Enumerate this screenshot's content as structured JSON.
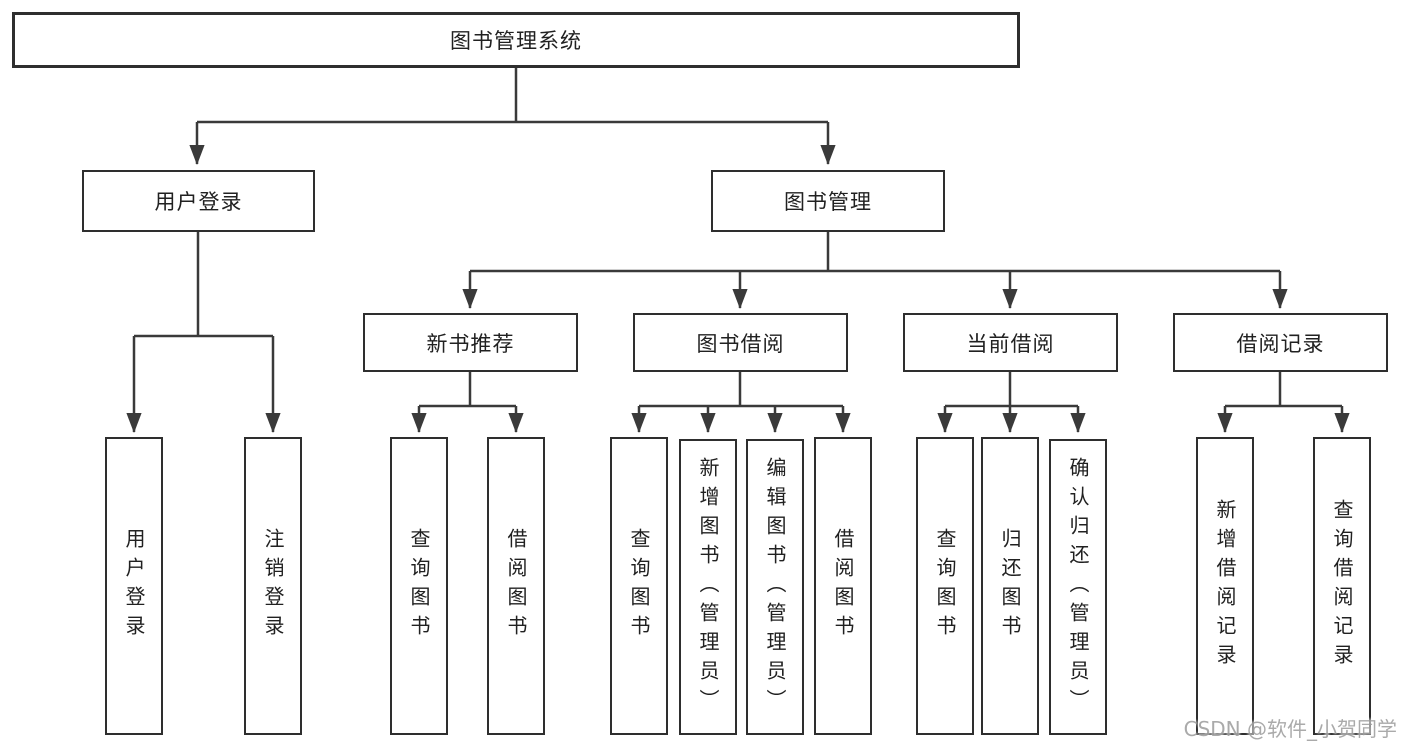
{
  "tree": {
    "label": "图书管理系统",
    "children": [
      {
        "label": "用户登录",
        "children": [
          {
            "label": "用户登录"
          },
          {
            "label": "注销登录"
          }
        ]
      },
      {
        "label": "图书管理",
        "children": [
          {
            "label": "新书推荐",
            "children": [
              {
                "label": "查询图书"
              },
              {
                "label": "借阅图书"
              }
            ]
          },
          {
            "label": "图书借阅",
            "children": [
              {
                "label": "查询图书"
              },
              {
                "label": "新增图书（管理员）"
              },
              {
                "label": "编辑图书（管理员）"
              },
              {
                "label": "借阅图书"
              }
            ]
          },
          {
            "label": "当前借阅",
            "children": [
              {
                "label": "查询图书"
              },
              {
                "label": "归还图书"
              },
              {
                "label": "确认归还（管理员）"
              }
            ]
          },
          {
            "label": "借阅记录",
            "children": [
              {
                "label": "新增借阅记录"
              },
              {
                "label": "查询借阅记录"
              }
            ]
          }
        ]
      }
    ]
  },
  "watermark": {
    "text": "CSDN @软件_小贺同学"
  },
  "colors": {
    "line": "#3a3a3a",
    "border": "#2e2e2e",
    "text": "#212121",
    "watermark": "#a3a3a3",
    "background": "#ffffff"
  }
}
